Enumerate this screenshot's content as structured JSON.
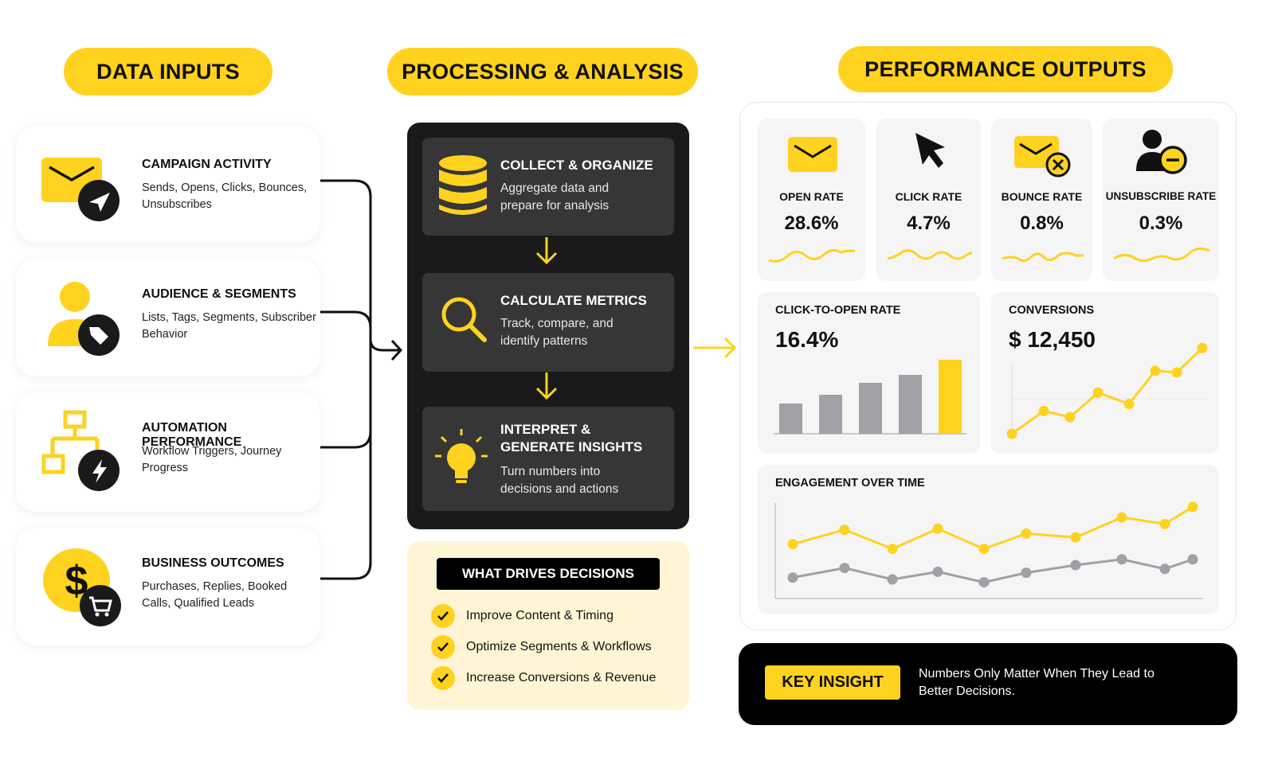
{
  "headers": {
    "inputs": "DATA INPUTS",
    "processing": "PROCESSING & ANALYSIS",
    "outputs": "PERFORMANCE OUTPUTS"
  },
  "inputs": [
    {
      "title": "CAMPAIGN ACTIVITY",
      "desc": "Sends, Opens, Clicks, Bounces, Unsubscribes",
      "icon": "envelope-send-icon"
    },
    {
      "title": "AUDIENCE & SEGMENTS",
      "desc": "Lists, Tags, Segments, Subscriber Behavior",
      "icon": "user-tag-icon"
    },
    {
      "title": "AUTOMATION PERFORMANCE",
      "desc": "Workflow Triggers, Journey Progress",
      "icon": "workflow-bolt-icon"
    },
    {
      "title": "BUSINESS OUTCOMES",
      "desc": "Purchases, Replies, Booked Calls, Qualified Leads",
      "icon": "dollar-cart-icon"
    }
  ],
  "steps": [
    {
      "title": "COLLECT & ORGANIZE",
      "desc": "Aggregate data and prepare for analysis"
    },
    {
      "title": "CALCULATE METRICS",
      "desc": "Track, compare, and identify patterns"
    },
    {
      "title": "INTERPRET & GENERATE INSIGHTS",
      "desc": "Turn numbers into decisions and actions"
    }
  ],
  "decisions": {
    "title": "WHAT DRIVES DECISIONS",
    "items": [
      "Improve Content & Timing",
      "Optimize Segments & Workflows",
      "Increase Conversions & Revenue"
    ]
  },
  "metrics": [
    {
      "label": "OPEN RATE",
      "value": "28.6%"
    },
    {
      "label": "CLICK RATE",
      "value": "4.7%"
    },
    {
      "label": "BOUNCE RATE",
      "value": "0.8%"
    },
    {
      "label": "UNSUBSCRIBE RATE",
      "value": "0.3%"
    }
  ],
  "ctor": {
    "label": "CLICK-TO-OPEN RATE",
    "value": "16.4%",
    "bars": [
      38,
      49,
      64,
      74,
      93
    ]
  },
  "conversions": {
    "label": "CONVERSIONS",
    "value": "$ 12,450",
    "points": [
      0,
      26,
      19,
      47,
      34,
      72,
      70,
      98
    ]
  },
  "engagement": {
    "label": "ENGAGEMENT OVER TIME",
    "series": [
      {
        "name": "primary",
        "color": "#FFD21F",
        "values": [
          57,
          72,
          52,
          73,
          52,
          68,
          64,
          85,
          78,
          96
        ]
      },
      {
        "name": "secondary",
        "color": "#a0a0a6",
        "values": [
          22,
          32,
          20,
          28,
          17,
          27,
          35,
          41,
          31,
          41
        ]
      }
    ]
  },
  "insight": {
    "badge": "KEY INSIGHT",
    "text": "Numbers Only Matter When They Lead to Better Decisions."
  },
  "colors": {
    "accent": "#FFD21F",
    "dark": "#1a1a1a",
    "gray": "#a0a0a6"
  }
}
